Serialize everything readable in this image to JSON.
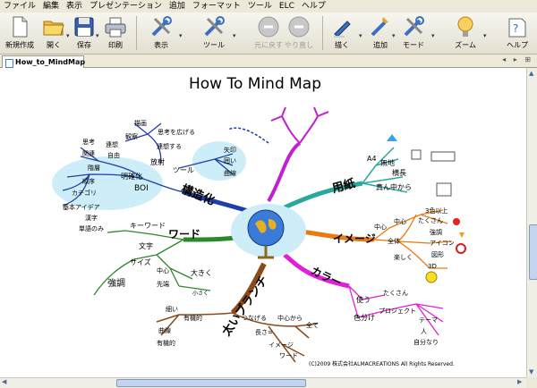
{
  "menu": [
    "ファイル",
    "編集",
    "表示",
    "プレゼンテーション",
    "追加",
    "フォーマット",
    "ツール",
    "ELC",
    "ヘルプ"
  ],
  "toolbar": {
    "new": "新規作成",
    "open": "開く",
    "save": "保存",
    "print": "印刷",
    "view": "表示",
    "tools": "ツール",
    "undo": "元に戻す",
    "redo": "やり直し",
    "draw": "描く",
    "add": "追加",
    "mode": "モード",
    "zoom": "ズーム",
    "help": "ヘルプ"
  },
  "tab": {
    "label": "How_to_MindMap",
    "close": "×",
    "nav": "◂ ▸ ⊞"
  },
  "map": {
    "title": "How To Mind Map",
    "copyright": "(C)2009 株式会社ALMACREATIONS All Rights Reserved.",
    "branches": {
      "structure": "構造化",
      "paper": "用紙",
      "image": "イメージ",
      "color": "カラー",
      "branch": "太いブランチ",
      "word": "ワード"
    },
    "structure_sub": [
      "ツール",
      "放射",
      "明確化",
      "BOI",
      "階層",
      "順序",
      "カテゴリ",
      "基本アイデア",
      "関連",
      "思考",
      "観察",
      "描画",
      "連想",
      "自由",
      "連想する",
      "思考を広げる",
      "矢印",
      "囲い",
      "曲線"
    ],
    "paper_sub": [
      "A4",
      "無地",
      "横長",
      "真ん中から"
    ],
    "image_sub": [
      "中心",
      "全体",
      "中心",
      "楽しく",
      "3色以上",
      "たくさん",
      "強調",
      "アイコン",
      "図形",
      "3D"
    ],
    "color_sub": [
      "使う",
      "色分け",
      "たくさん",
      "プロジェクト",
      "テーマ",
      "人",
      "自分なり"
    ],
    "branch_sub": [
      "細い",
      "有機的",
      "つなげる",
      "中心から",
      "全て",
      "長さ=",
      "曲線",
      "有機的",
      "イメージ",
      "ワード"
    ],
    "word_sub": [
      "キーワード",
      "単語のみ",
      "漢字",
      "文字",
      "サイズ",
      "強調",
      "中心",
      "大きく",
      "先端",
      "小さく"
    ]
  },
  "colors": {
    "structure": "#1f3fa8",
    "paper": "#2aa8a0",
    "image": "#e87a10",
    "color": "#e020d8",
    "branch": "#8a4a1a",
    "word": "#2a8a2a",
    "top": "#c020d0"
  },
  "icons": [
    "new-icon",
    "open-icon",
    "save-icon",
    "print-icon",
    "view-icon",
    "tools-icon",
    "undo-icon",
    "redo-icon",
    "draw-icon",
    "add-icon",
    "mode-icon",
    "zoom-icon",
    "help-icon"
  ]
}
